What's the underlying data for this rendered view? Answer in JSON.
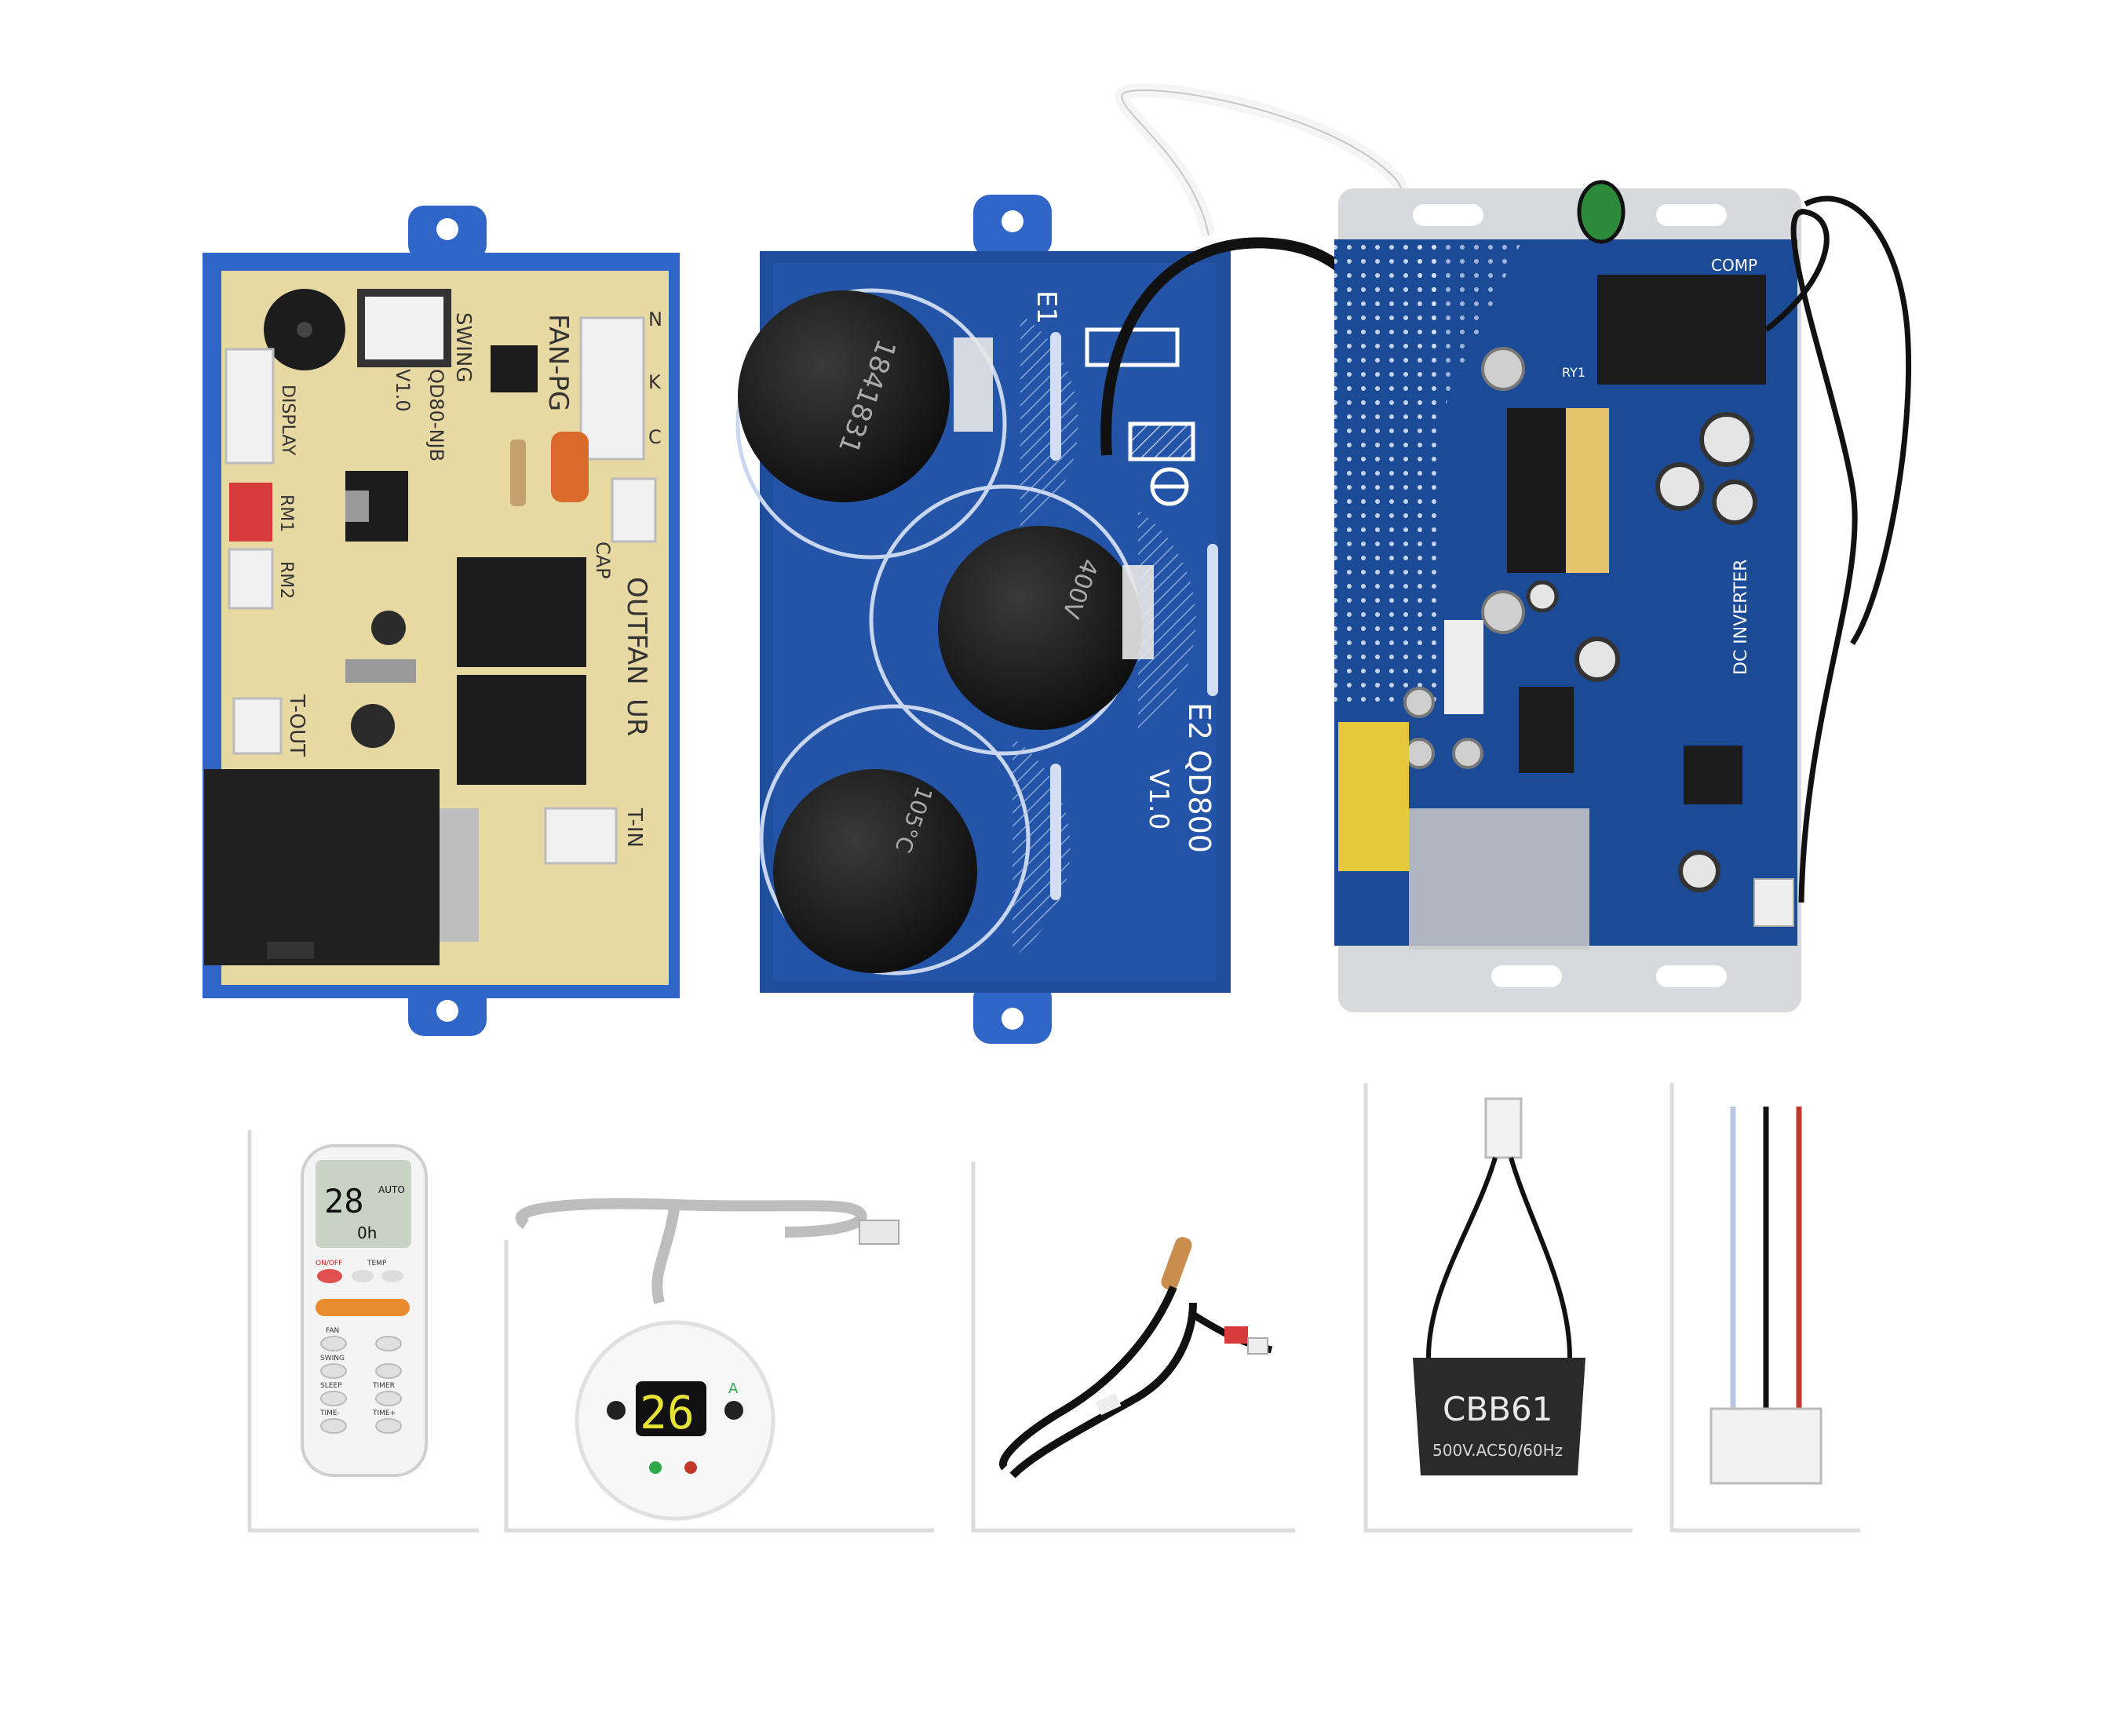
{
  "colors": {
    "background": "#ffffff",
    "pcb_blue": "#1f4f9c",
    "pcb_dark_blue": "#163c7a",
    "pcb_yellow": "#e8d9a2",
    "case_blue": "#2f65c6",
    "capacitor_black": "#1c1c1c",
    "relay_black": "#202020",
    "capacitor_case": "#333333"
  },
  "board1": {
    "silkscreen": [
      "SWING",
      "FAN-PG",
      "QD80-NJB",
      "V1.0",
      "DISPLAY",
      "RM1",
      "RM2",
      "CAP",
      "OUTFAN",
      "UR",
      "T-OUT",
      "T-IN",
      "N",
      "K",
      "C"
    ]
  },
  "board2": {
    "silkscreen": [
      "E1",
      "E2 QD800",
      "V1.0"
    ],
    "capacitors": [
      "1841831",
      "400V",
      "105°C"
    ]
  },
  "board3": {
    "silkscreen": [
      "DC INVERTER",
      "COMP",
      "RY1"
    ]
  },
  "remote": {
    "temp": "28",
    "mode": "AUTO",
    "timer": "0h",
    "buttons": [
      "ON/OFF",
      "TEMP",
      "FAN",
      "SWING",
      "SLEEP",
      "TIMER",
      "TIME-",
      "TIME+"
    ]
  },
  "display_panel": {
    "temp": "26",
    "mode": "A"
  },
  "capacitor_cbb": {
    "model": "CBB61",
    "rating": "500V.AC50/60Hz"
  }
}
